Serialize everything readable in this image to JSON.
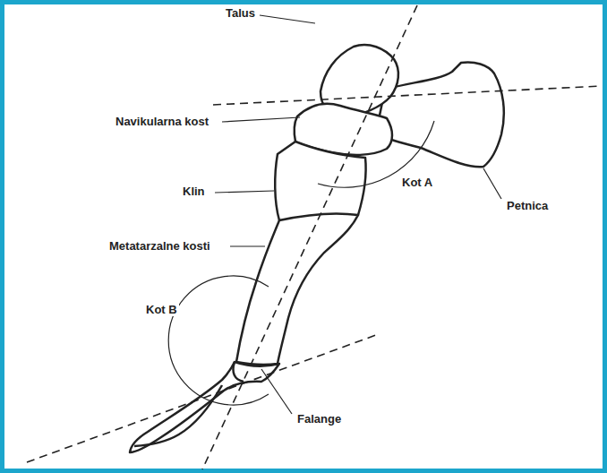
{
  "diagram": {
    "labels": [
      "Talus",
      "Navikularna kost",
      "Klin",
      "Metatarzalne kosti",
      "Kot A",
      "Petnica",
      "Kot B",
      "Falange"
    ]
  }
}
